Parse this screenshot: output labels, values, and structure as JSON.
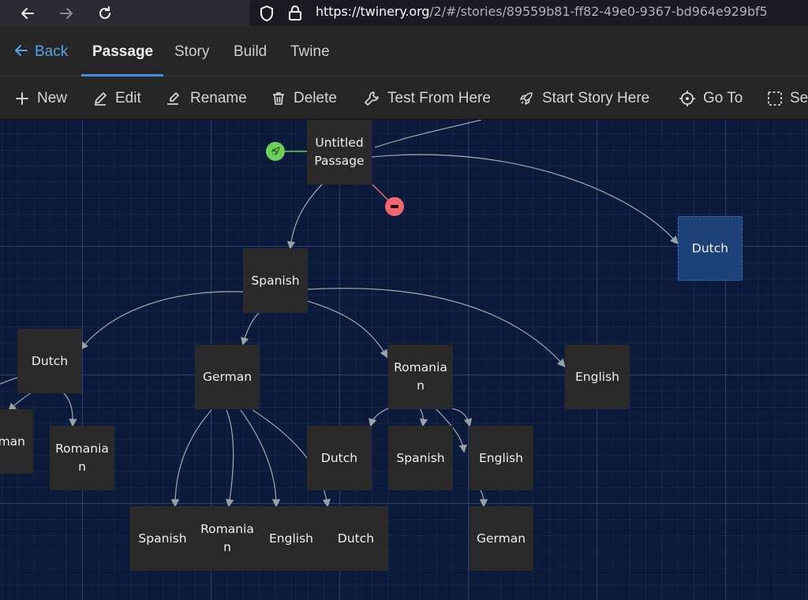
{
  "browser": {
    "url_host": "https://twinery.org",
    "url_path": "/2/#/stories/89559b81-ff82-49e0-9367-bd964e929bf5"
  },
  "tabs": {
    "back": "Back",
    "items": [
      "Passage",
      "Story",
      "Build",
      "Twine"
    ],
    "active": "Passage"
  },
  "toolbar": {
    "new": "New",
    "edit": "Edit",
    "rename": "Rename",
    "delete": "Delete",
    "test_from_here": "Test From Here",
    "start_story_here": "Start Story Here",
    "go_to": "Go To",
    "select_all": "Se"
  },
  "passages": {
    "untitled": "Untitled\nPassage",
    "dutch_top": "Dutch",
    "spanish_main": "Spanish",
    "dutch_left": "Dutch",
    "german_mid": "German",
    "romanian_mid": "Romania\nn",
    "english_right": "English",
    "german_partial": "man",
    "romanian_left": "Romania\nn",
    "dutch_row3": "Dutch",
    "spanish_row3": "Spanish",
    "english_row3": "English",
    "spanish_row4": "Spanish",
    "romanian_row4": "Romania\nn",
    "english_row4": "English",
    "dutch_row4": "Dutch",
    "german_row4": "German"
  },
  "colors": {
    "accent": "#3f8fe0",
    "canvas": "#0b1a3a",
    "passage": "#2a2a2a",
    "selected": "#1e4277",
    "start_badge": "#6ccf5a",
    "broken_badge": "#f0686e"
  }
}
